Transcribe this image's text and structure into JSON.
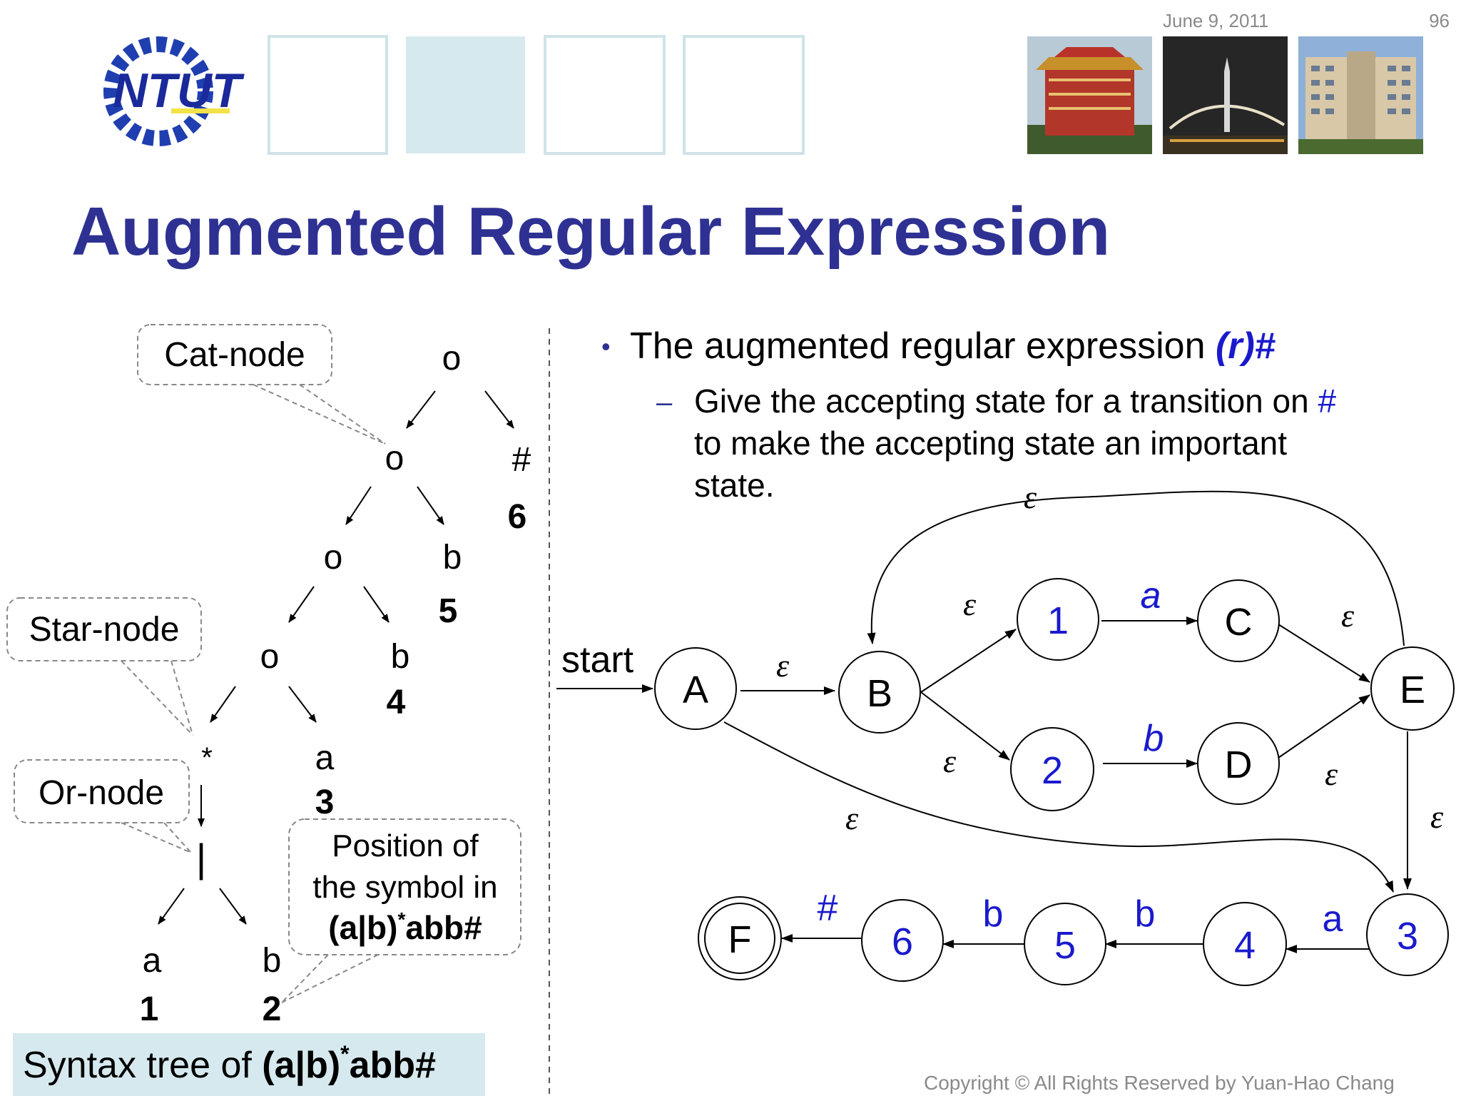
{
  "header": {
    "date": "June 9, 2011",
    "page_number": "96",
    "logo_text": "NTUT",
    "title": "Augmented Regular Expression",
    "copyright": "Copyright © All Rights Reserved by Yuan-Hao Chang"
  },
  "colors": {
    "title": "#2e3192",
    "blue_text": "#1a1acc",
    "header_box_border": "#cfe3e8",
    "header_box_fill": "#d6e9ee",
    "caption_bg": "#d6e9ee"
  },
  "tree": {
    "nodes": {
      "cat_root": "o",
      "cat_2": "o",
      "cat_3": "o",
      "cat_4": "o",
      "star": "*",
      "or": "|",
      "hash": "#",
      "b5": "b",
      "b4": "b",
      "a3": "a",
      "a1": "a",
      "b2": "b"
    },
    "positions": {
      "p6": "6",
      "p5": "5",
      "p4": "4",
      "p3": "3",
      "p1": "1",
      "p2": "2"
    },
    "callouts": {
      "cat_node": "Cat-node",
      "star_node": "Star-node",
      "or_node": "Or-node",
      "position_line1": "Position of",
      "position_line2": "the symbol in",
      "position_expr_main": "(a|b)",
      "position_expr_sup": "*",
      "position_expr_tail": "abb#"
    },
    "caption_prefix": "Syntax tree of ",
    "caption_expr_main": "(a|b)",
    "caption_expr_sup": "*",
    "caption_expr_tail": "abb#"
  },
  "bullets": {
    "main_text": "The augmented regular expression ",
    "main_highlight": "(r)#",
    "sub_line1_text": "Give the accepting state for a transition on ",
    "sub_line1_highlight": "#",
    "sub_line2": "to make the accepting state an important",
    "sub_line3": "state."
  },
  "nfa": {
    "start_label": "start",
    "states": {
      "A": "A",
      "B": "B",
      "C": "C",
      "D": "D",
      "E": "E",
      "F": "F",
      "s1": "1",
      "s2": "2",
      "s3": "3",
      "s4": "4",
      "s5": "5",
      "s6": "6"
    },
    "epsilon": "ε",
    "labels": {
      "a_top": "a",
      "b_mid": "b",
      "a_bottom": "a",
      "b_bottom1": "b",
      "b_bottom2": "b",
      "hash": "#"
    }
  }
}
